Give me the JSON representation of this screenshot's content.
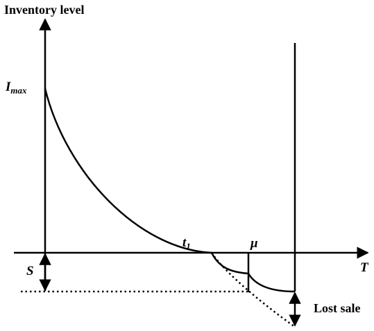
{
  "labels": {
    "y_axis": "Inventory level",
    "x_axis": "T",
    "i_max_main": "I",
    "i_max_sub": "max",
    "t1_main": "t",
    "t1_sub": "1",
    "mu": "μ",
    "s": "S",
    "lost_sale": "Lost sale"
  },
  "colors": {
    "stroke": "#000000",
    "background": "#ffffff"
  }
}
